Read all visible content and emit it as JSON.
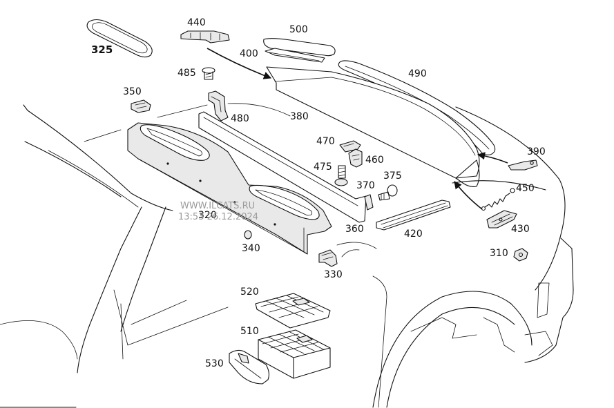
{
  "watermark": {
    "line1": "WWW.ILCATS.RU",
    "line2": "13:53 26.12.2024"
  },
  "labels": {
    "p325": "325",
    "p440": "440",
    "p500": "500",
    "p400": "400",
    "p485": "485",
    "p490": "490",
    "p350": "350",
    "p480": "480",
    "p380": "380",
    "p390": "390",
    "p470": "470",
    "p460": "460",
    "p475": "475",
    "p375": "375",
    "p370": "370",
    "p450": "450",
    "p320": "320",
    "p430": "430",
    "p420": "420",
    "p360": "360",
    "p340": "340",
    "p330": "330",
    "p310": "310",
    "p520": "520",
    "p510": "510",
    "p530": "530"
  }
}
